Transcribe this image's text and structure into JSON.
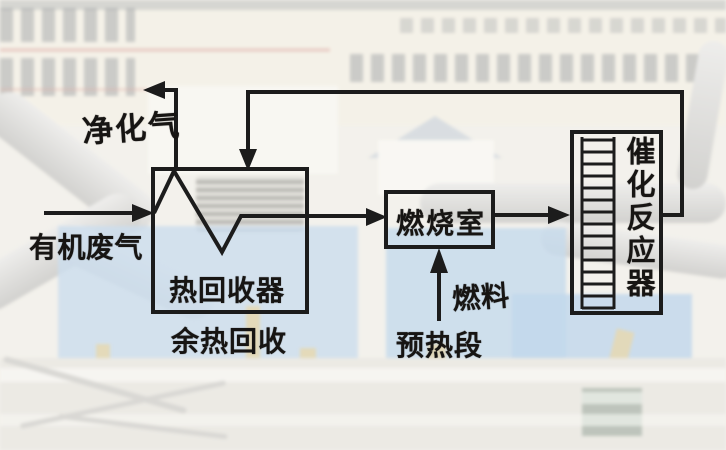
{
  "diagram": {
    "title_hint": "有机废气催化燃烧流程图",
    "labels": {
      "purified_gas": "净化气",
      "organic_waste_gas": "有机废气",
      "heat_recovery_unit": "热回收器",
      "waste_heat_recovery": "余热回收",
      "combustion_chamber": "燃烧室",
      "fuel": "燃料",
      "preheat_section": "预热段",
      "catalytic_reactor": "催化反应器"
    },
    "boxes": [
      {
        "name": "heat-recovery-box",
        "label": "热回收器"
      },
      {
        "name": "combustion-chamber-box",
        "label": "燃烧室"
      },
      {
        "name": "catalytic-reactor-box",
        "label": "催化反应器"
      }
    ],
    "flows": [
      {
        "from": "organic-waste-gas-inlet",
        "to": "heat-recovery-box"
      },
      {
        "from": "heat-recovery-box",
        "to": "combustion-chamber-box"
      },
      {
        "from": "combustion-chamber-box",
        "to": "catalytic-reactor-box"
      },
      {
        "from": "catalytic-reactor-box",
        "to": "heat-recovery-box",
        "via": "top-return-line"
      },
      {
        "from": "heat-recovery-box",
        "to": "purified-gas-outlet"
      },
      {
        "from": "fuel-inlet",
        "to": "combustion-chamber-box"
      }
    ]
  },
  "colors": {
    "line": "#1c1c1c",
    "text": "#171513",
    "equipment_blue": "#a8c7e3",
    "building_cream": "#eee9da",
    "pipe_gray": "#cfcecb",
    "fade_overlay": "rgba(255,255,255,0.38)"
  }
}
